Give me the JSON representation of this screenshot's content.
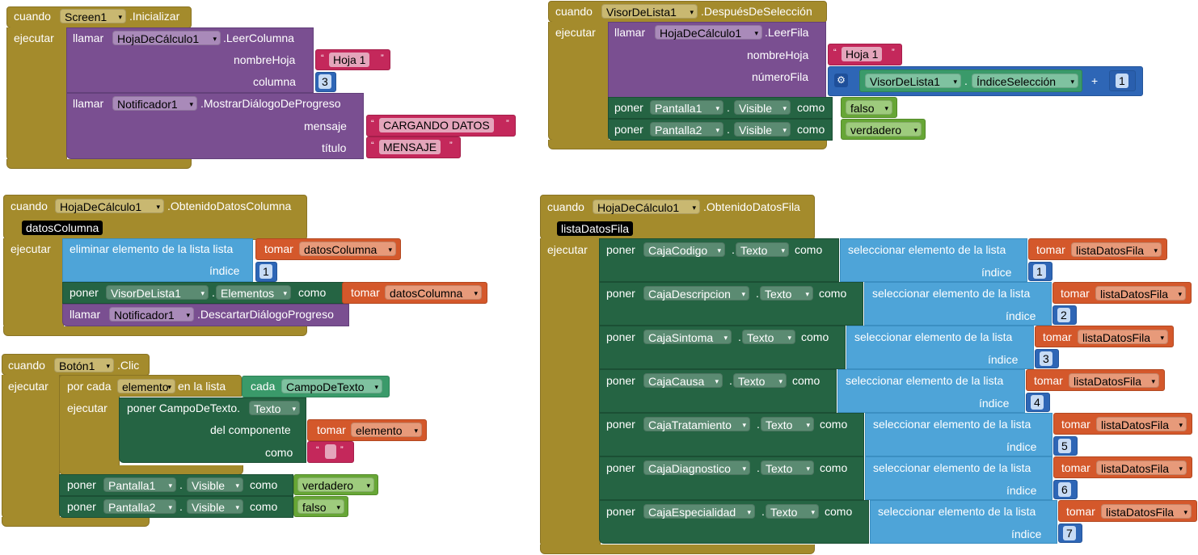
{
  "common": {
    "cuando": "cuando",
    "ejecutar": "ejecutar",
    "llamar": "llamar",
    "poner": "poner",
    "como": "como",
    "tomar": "tomar",
    "indice": "índice",
    "dot": ".",
    "quote_open": "“",
    "quote_close": "”",
    "visible": "Visible",
    "texto": "Texto",
    "seleccionar": "seleccionar elemento de la lista",
    "plus": "+"
  },
  "b1": {
    "component": "Screen1",
    "event": ".Inicializar",
    "call1_component": "HojaDeCálculo1",
    "call1_method": ".LeerColumna",
    "arg_nombreHoja": "nombreHoja",
    "arg_nombreHoja_value": "Hoja 1",
    "arg_columna": "columna",
    "arg_columna_value": "3",
    "call2_component": "Notificador1",
    "call2_method": ".MostrarDiálogoDeProgreso",
    "arg_mensaje": "mensaje",
    "arg_mensaje_value": "CARGANDO DATOS",
    "arg_titulo": "título",
    "arg_titulo_value": "MENSAJE"
  },
  "b2": {
    "component": "VisorDeLista1",
    "event": ".DespuésDeSelección",
    "call_component": "HojaDeCálculo1",
    "call_method": ".LeerFila",
    "arg_nombreHoja": "nombreHoja",
    "arg_nombreHoja_value": "Hoja 1",
    "arg_numeroFila": "númeroFila",
    "sel_component": "VisorDeLista1",
    "sel_property": "ÍndiceSelección",
    "add_value": "1",
    "set1_component": "Pantalla1",
    "set1_value": "falso",
    "set2_component": "Pantalla2",
    "set2_value": "verdadero"
  },
  "b3": {
    "component": "HojaDeCálculo1",
    "event": ".ObtenidoDatosColumna",
    "param": "datosColumna",
    "remove_label": "eliminar elemento de la lista  lista",
    "remove_list_var": "datosColumna",
    "remove_index": "1",
    "set_component": "VisorDeLista1",
    "set_property": "Elementos",
    "set_var": "datosColumna",
    "call_component": "Notificador1",
    "call_method": ".DescartarDiálogoProgreso"
  },
  "b4": {
    "component": "Botón1",
    "event": ".Clic",
    "foreach_label": "por cada",
    "foreach_var": "elemento",
    "foreach_in": "en la lista",
    "cada_label": "cada",
    "cada_type": "CampoDeTexto",
    "inner_ejecutar": "ejecutar",
    "generic_set": "poner CampoDeTexto.",
    "generic_prop": "Texto",
    "del_componente": "del componente",
    "tomar_var": "elemento",
    "set1_component": "Pantalla1",
    "set1_value": "verdadero",
    "set2_component": "Pantalla2",
    "set2_value": "falso"
  },
  "b5": {
    "component": "HojaDeCálculo1",
    "event": ".ObtenidoDatosFila",
    "param": "listaDatosFila",
    "list_var": "listaDatosFila",
    "rows": [
      {
        "component": "CajaCodigo",
        "index": "1"
      },
      {
        "component": "CajaDescripcion",
        "index": "2"
      },
      {
        "component": "CajaSintoma",
        "index": "3"
      },
      {
        "component": "CajaCausa",
        "index": "4"
      },
      {
        "component": "CajaTratamiento",
        "index": "5"
      },
      {
        "component": "CajaDiagnostico",
        "index": "6"
      },
      {
        "component": "CajaEspecialidad",
        "index": "7"
      }
    ]
  },
  "colors": {
    "event": "#a48b2c",
    "procedure": "#7a4f91",
    "setter": "#256443",
    "list": "#4ea4d8",
    "text": "#c4285b",
    "variable": "#d4582b",
    "logic": "#67a636",
    "math": "#2e66b6"
  }
}
